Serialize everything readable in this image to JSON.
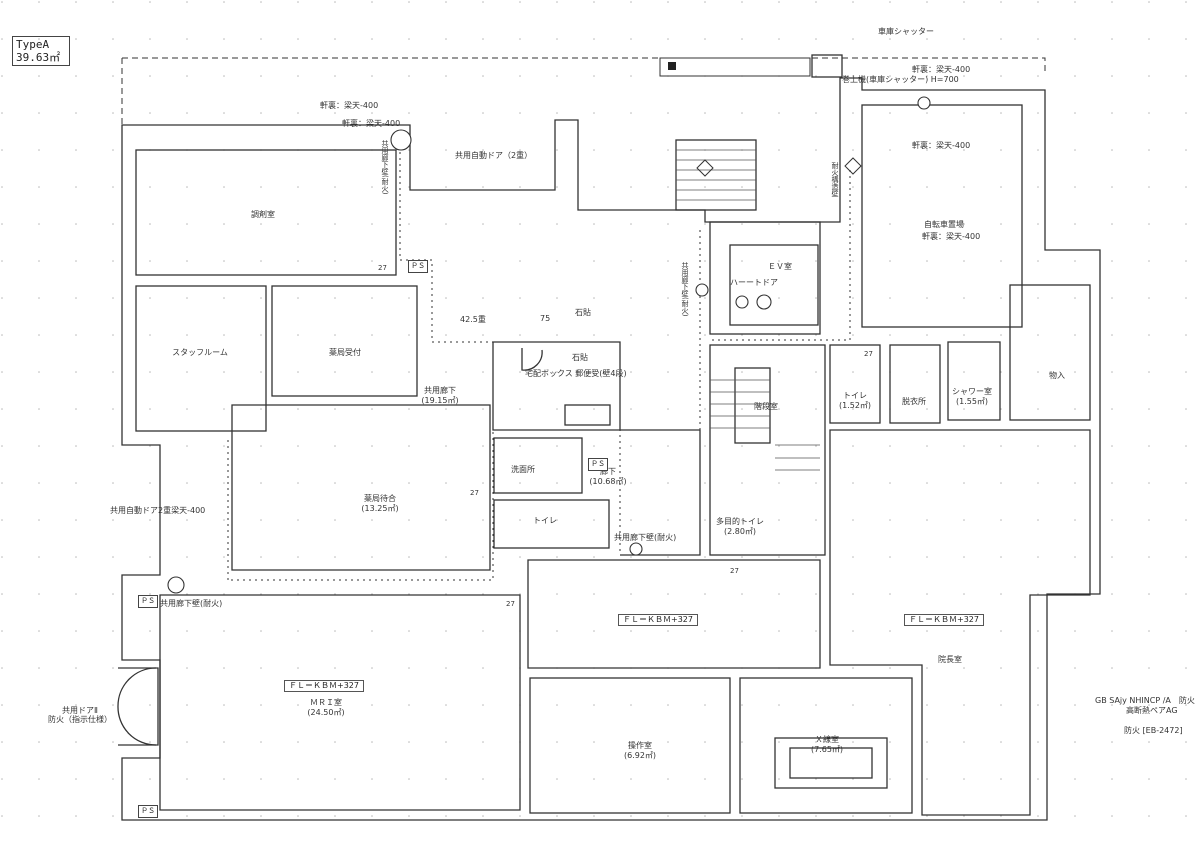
{
  "type_box": {
    "name": "TypeA",
    "area": "39.63㎡"
  },
  "rooms": {
    "dispensing": "調剤室",
    "staff_room": "スタッフルーム",
    "pharmacy_reception": "薬局受付",
    "corridor": "共用廊下",
    "corridor_area": "(19.15㎡)",
    "pharmacy_waiting": "薬局待合",
    "pharmacy_waiting_area": "(13.25㎡)",
    "washroom": "洗面所",
    "toilet": "トイレ",
    "hallway": "廊下",
    "hallway_area": "(10.68㎡)",
    "multi_toilet": "多目的トイレ",
    "multi_toilet_area": "(2.80㎡)",
    "ev_room": "ＥＶ室",
    "stairs": "階段室",
    "toilet2": "トイレ",
    "toilet2_area": "(1.52㎡)",
    "dressing": "脱衣所",
    "shower": "シャワー室",
    "shower_area": "(1.55㎡)",
    "storage": "物入",
    "director": "院長室",
    "mri": "ＭＲＩ室",
    "mri_area": "(24.50㎡)",
    "operation": "操作室",
    "operation_area": "(6.92㎡)",
    "xray": "Ｘ線室",
    "xray_area": "(7.65㎡)",
    "bicycle": "自転車置場",
    "parcel_box": "宅配ボックス 郵便受(壁4段)"
  },
  "notes": {
    "soffit_400_a": "軒裏：梁天-400",
    "soffit_400_b": "軒裏：梁天-400",
    "soffit_400_c": "軒裏：梁天-400",
    "soffit_400_d": "軒裏：梁天-400",
    "soffit_400_e": "軒裏：梁天-400",
    "shared_auto_door": "共用自動ドア（2重）",
    "shared_auto_door_left": "共用自動ドア2重梁天-400",
    "shutter": "車庫シャッター",
    "shutter_note": "巻上機(車庫シャッター) H=700",
    "stone": "石貼",
    "stone2": "石貼",
    "dim_425": "42.5重",
    "dim_75": "75",
    "corridor_wall": "共用廊下壁(耐火)",
    "corridor_wall2": "共用廊下壁(耐火)",
    "corridor_wall3": "共用廊下壁(耐火)",
    "fire_wall_left": "共用廊下壁(耐火)",
    "fire_wall_right": "耐火構造壁",
    "ev_door": "ハーートドア",
    "shared_door": "共用ドアⅡ",
    "shared_door_note": "防火（指示仕様）",
    "spec1": "GB SAjy NHINCP /A　防火",
    "spec2": "高断熱ペアAG",
    "spec3": "防火 [EB-2472]",
    "n27_1": "27",
    "n27_2": "27",
    "n27_3": "27",
    "n27_4": "27",
    "n27_5": "27"
  },
  "fl_tags": {
    "fl1": "ＦＬ＝ＫＢＭ+327",
    "fl2": "ＦＬ＝ＫＢＭ+327",
    "fl3": "ＦＬ＝ＫＢＭ+327"
  },
  "ps_labels": [
    "ＰＳ",
    "ＰＳ",
    "ＰＳ",
    "ＰＳ"
  ]
}
